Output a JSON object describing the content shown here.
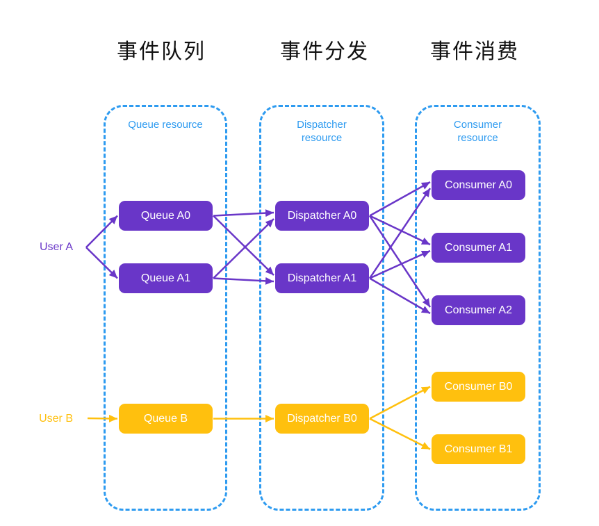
{
  "headers": {
    "queue": "事件队列",
    "dispatch": "事件分发",
    "consume": "事件消费"
  },
  "containers": {
    "queue": "Queue resource",
    "dispatcher": "Dispatcher resource",
    "consumer": "Consumer resource"
  },
  "users": {
    "a": "User A",
    "b": "User B"
  },
  "nodes": {
    "queue_a0": "Queue A0",
    "queue_a1": "Queue A1",
    "queue_b": "Queue B",
    "dispatcher_a0": "Dispatcher A0",
    "dispatcher_a1": "Dispatcher A1",
    "dispatcher_b0": "Dispatcher B0",
    "consumer_a0": "Consumer A0",
    "consumer_a1": "Consumer A1",
    "consumer_a2": "Consumer A2",
    "consumer_b0": "Consumer B0",
    "consumer_b1": "Consumer B1"
  },
  "colors": {
    "purple": "#6936C8",
    "orange": "#FFC00E",
    "blue": "#2E9BF0",
    "node_text": "#FFFFFF",
    "header_text": "#111111"
  },
  "edges": [
    {
      "from": "user_a",
      "to": "queue_a0",
      "color": "purple"
    },
    {
      "from": "user_a",
      "to": "queue_a1",
      "color": "purple"
    },
    {
      "from": "queue_a0",
      "to": "dispatcher_a0",
      "color": "purple"
    },
    {
      "from": "queue_a0",
      "to": "dispatcher_a1",
      "color": "purple"
    },
    {
      "from": "queue_a1",
      "to": "dispatcher_a0",
      "color": "purple"
    },
    {
      "from": "queue_a1",
      "to": "dispatcher_a1",
      "color": "purple"
    },
    {
      "from": "dispatcher_a0",
      "to": "consumer_a0",
      "color": "purple"
    },
    {
      "from": "dispatcher_a0",
      "to": "consumer_a1",
      "color": "purple"
    },
    {
      "from": "dispatcher_a0",
      "to": "consumer_a2",
      "color": "purple"
    },
    {
      "from": "dispatcher_a1",
      "to": "consumer_a0",
      "color": "purple"
    },
    {
      "from": "dispatcher_a1",
      "to": "consumer_a1",
      "color": "purple"
    },
    {
      "from": "dispatcher_a1",
      "to": "consumer_a2",
      "color": "purple"
    },
    {
      "from": "user_b",
      "to": "queue_b",
      "color": "orange"
    },
    {
      "from": "queue_b",
      "to": "dispatcher_b0",
      "color": "orange"
    },
    {
      "from": "dispatcher_b0",
      "to": "consumer_b0",
      "color": "orange"
    },
    {
      "from": "dispatcher_b0",
      "to": "consumer_b1",
      "color": "orange"
    }
  ]
}
